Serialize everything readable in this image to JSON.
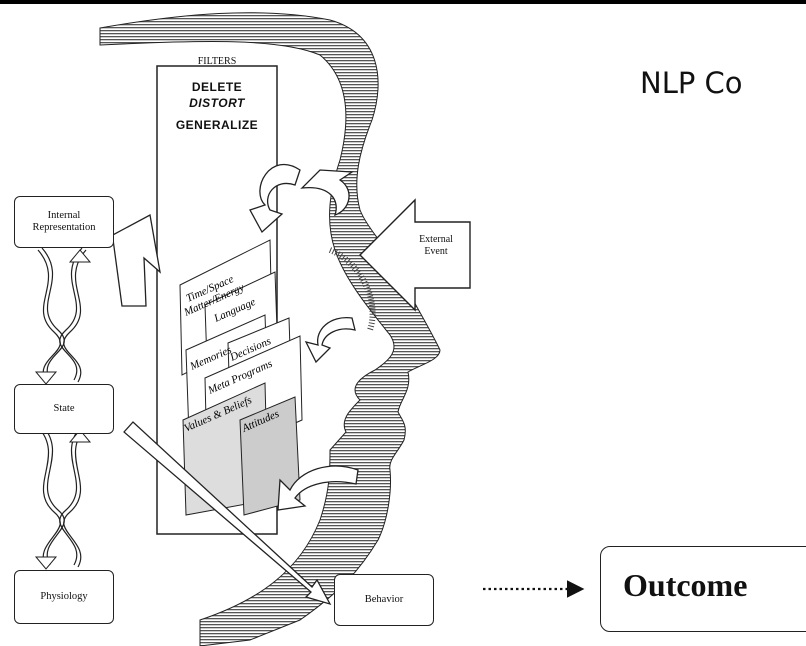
{
  "title": "NLP Co",
  "filters": {
    "title": "FILTERS",
    "delete": "DELETE",
    "distort": "DISTORT",
    "generalize": "GENERALIZE"
  },
  "cards": [
    {
      "line1": "Time/Space",
      "line2": "Matter/Energy"
    },
    {
      "line1": "Language",
      "line2": ""
    },
    {
      "line1": "Memories",
      "line2": ""
    },
    {
      "line1": "Decisions",
      "line2": ""
    },
    {
      "line1": "Meta Programs",
      "line2": ""
    },
    {
      "line1": "Values & Beliefs",
      "line2": ""
    },
    {
      "line1": "Attitudes",
      "line2": ""
    }
  ],
  "boxes": {
    "internal_line1": "Internal",
    "internal_line2": "Representation",
    "state": "State",
    "physiology": "Physiology",
    "behavior": "Behavior"
  },
  "external_event_line1": "External",
  "external_event_line2": "Event",
  "outcome": "Outcome"
}
